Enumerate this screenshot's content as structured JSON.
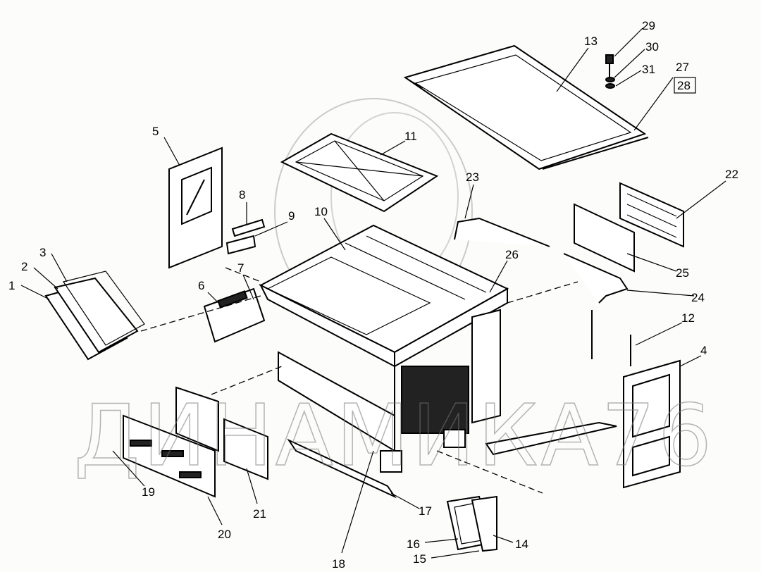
{
  "diagram": {
    "watermark": "ДИНАМИКА76",
    "callouts": [
      "1",
      "2",
      "3",
      "4",
      "5",
      "6",
      "7",
      "8",
      "9",
      "10",
      "11",
      "12",
      "13",
      "14",
      "15",
      "16",
      "17",
      "18",
      "19",
      "20",
      "21",
      "22",
      "23",
      "24",
      "25",
      "26",
      "27",
      "28",
      "29",
      "30",
      "31"
    ]
  }
}
